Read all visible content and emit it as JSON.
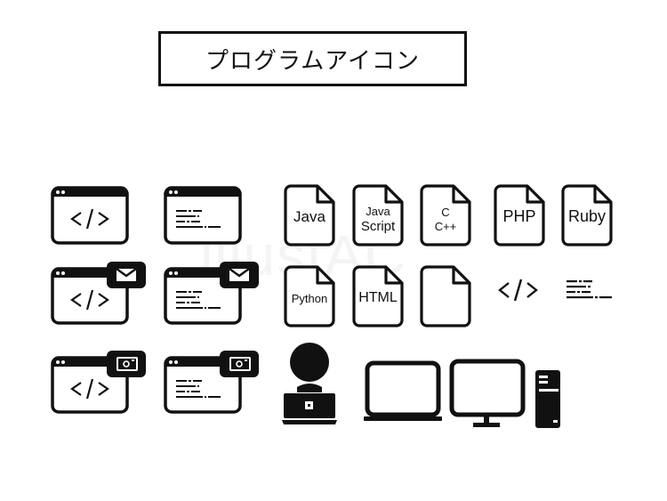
{
  "title": "プログラムアイコン",
  "watermark": "illustAC",
  "colors": {
    "ink": "#111111",
    "background": "#ffffff"
  },
  "icons": {
    "browser_code": {
      "label": "</>",
      "name": "browser-code-icon"
    },
    "browser_lines": {
      "name": "browser-code-lines-icon"
    },
    "browser_code_mail": {
      "label": "</>",
      "name": "browser-code-mail-icon"
    },
    "browser_lines_mail": {
      "name": "browser-code-lines-mail-icon"
    },
    "browser_code_camera": {
      "label": "</>",
      "name": "browser-code-camera-icon"
    },
    "browser_lines_camera": {
      "name": "browser-code-lines-camera-icon"
    },
    "docs": [
      {
        "line1": "Java",
        "line2": ""
      },
      {
        "line1": "Java",
        "line2": "Script"
      },
      {
        "line1": "C",
        "line2": "C++"
      },
      {
        "line1": "PHP",
        "line2": ""
      },
      {
        "line1": "Ruby",
        "line2": ""
      },
      {
        "line1": "Python",
        "line2": ""
      },
      {
        "line1": "HTML",
        "line2": ""
      },
      {
        "line1": "",
        "line2": ""
      }
    ],
    "code_tag": {
      "label": "</>"
    },
    "code_lines": {
      "name": "code-lines-icon"
    },
    "programmer": {
      "name": "programmer-at-laptop-icon"
    },
    "laptop": {
      "name": "laptop-icon"
    },
    "monitor": {
      "name": "desktop-monitor-icon"
    },
    "tower": {
      "name": "pc-tower-icon"
    }
  }
}
